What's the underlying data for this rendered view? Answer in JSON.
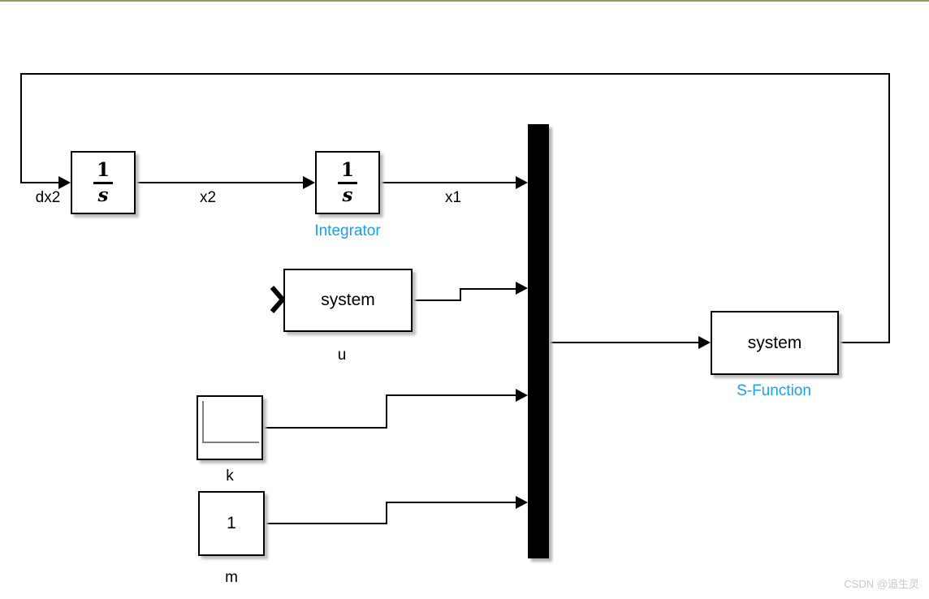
{
  "canvas": {
    "background": "#ffffff",
    "top_border_color": "#98985e"
  },
  "blocks": {
    "integrator1": {
      "num": "1",
      "den": "s"
    },
    "integrator2": {
      "num": "1",
      "den": "s",
      "name": "Integrator"
    },
    "u": {
      "text": "system",
      "name": "u"
    },
    "k": {
      "name": "k"
    },
    "m": {
      "value": "1",
      "name": "m"
    },
    "sfun": {
      "text": "system",
      "name": "S-Function"
    }
  },
  "signals": {
    "dx2": "dx2",
    "x2": "x2",
    "x1": "x1"
  },
  "colors": {
    "block_name_highlight": "#1b9df2",
    "wire": "#000000",
    "watermark": "#c9c9c9"
  },
  "watermark": {
    "text": "CSDN @追生灵"
  }
}
